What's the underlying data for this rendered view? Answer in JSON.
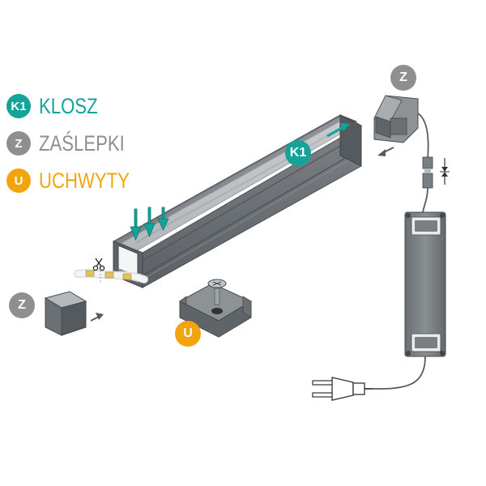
{
  "colors": {
    "klosz": "#14a39a",
    "zaslepki": "#8f8f8f",
    "uchwyty": "#f2a40c",
    "profile_dark": "#5a5f63",
    "profile_mid": "#767b7f",
    "profile_light": "#9ea3a6",
    "diffuser": "#e9eced",
    "line": "#555b5f"
  },
  "legend": [
    {
      "code": "K1",
      "label": "KLOSZ",
      "color": "#14a39a",
      "icon": "k1-badge-icon"
    },
    {
      "code": "Z",
      "label": "ZAŚLEPKI",
      "color": "#8f8f8f",
      "icon": "z-badge-icon"
    },
    {
      "code": "U",
      "label": "UCHWYTY",
      "color": "#f2a40c",
      "icon": "u-badge-icon"
    }
  ],
  "callouts": {
    "k1": "K1",
    "z_top": "Z",
    "z_left": "Z",
    "u": "U"
  },
  "icons": {
    "scissors": "scissors-icon",
    "screw": "screw-icon",
    "plug": "plug-icon",
    "arrow": "arrow-icon"
  }
}
